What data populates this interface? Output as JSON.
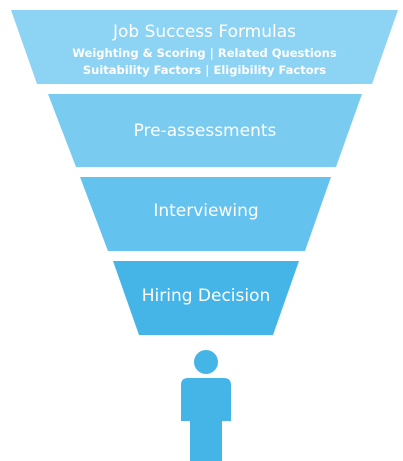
{
  "funnel": {
    "stages": [
      {
        "title": "Job Success Formulas",
        "subtitle_line1": "Weighting & Scoring | Related Questions",
        "subtitle_line2": "Suitability Factors | Eligibility Factors",
        "color": "#8dd3f3"
      },
      {
        "title": "Pre-assessments",
        "color": "#7acbf0"
      },
      {
        "title": "Interviewing",
        "color": "#63c2ee"
      },
      {
        "title": "Hiring Decision",
        "color": "#45b5e8"
      }
    ],
    "person_icon": "person-icon",
    "person_color": "#45b5e8"
  }
}
